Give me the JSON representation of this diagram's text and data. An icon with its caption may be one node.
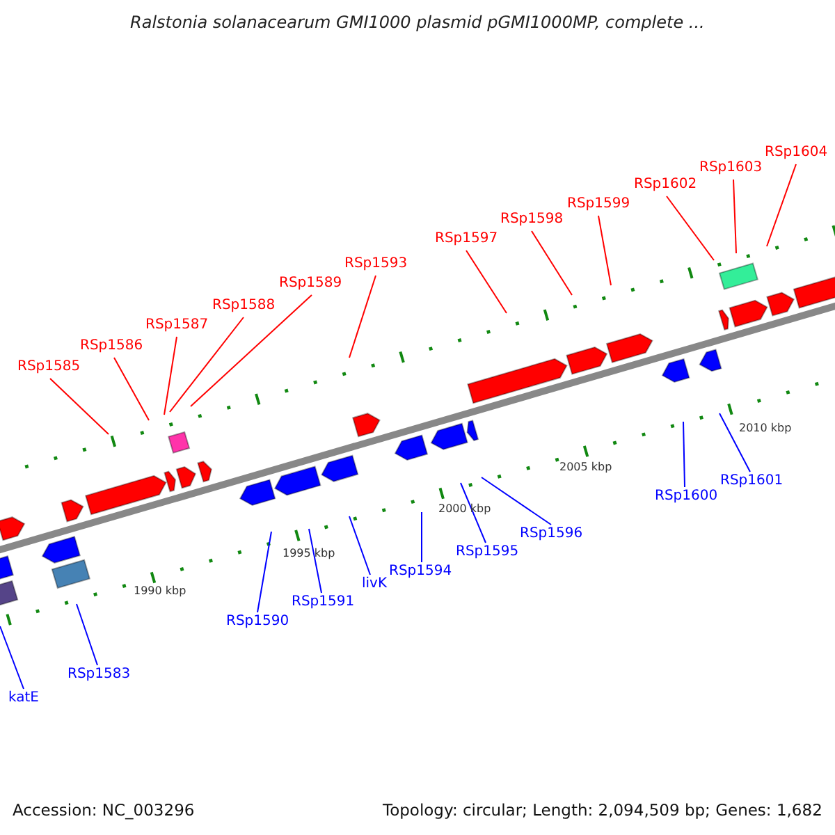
{
  "diagram": {
    "title": "Ralstonia solanacearum GMI1000 plasmid pGMI1000MP, complete ...",
    "nodes": [
      {
        "text": [
          "RSp1604"
        ]
      },
      {
        "text": [
          "RSp1603"
        ]
      },
      {
        "text": [
          "RSp1602"
        ]
      },
      {
        "text": [
          "RSp1599"
        ]
      },
      {
        "text": [
          "RSp1598"
        ]
      },
      {
        "text": [
          "RSp1597"
        ]
      },
      {
        "text": [
          "RSp1593"
        ]
      },
      {
        "text": [
          "RSp1589"
        ]
      },
      {
        "text": [
          "RSp1588"
        ]
      },
      {
        "text": [
          "RSp1587"
        ]
      },
      {
        "text": [
          "RSp1586"
        ]
      },
      {
        "text": [
          "RSp1585"
        ]
      },
      {
        "text": [
          "RSp1601"
        ]
      },
      {
        "text": [
          "RSp1600"
        ]
      },
      {
        "text": [
          "RSp1596"
        ]
      },
      {
        "text": [
          "RSp1595"
        ]
      },
      {
        "text": [
          "RSp1594"
        ]
      },
      {
        "text": [
          "livK"
        ]
      },
      {
        "text": [
          "RSp1591"
        ]
      },
      {
        "text": [
          "RSp1590"
        ]
      },
      {
        "text": [
          "RSp1583"
        ]
      },
      {
        "text": [
          "katE"
        ]
      }
    ],
    "edges": [
      {
        "from": 0,
        "to": null,
        "arrow": "none"
      },
      {
        "from": 1,
        "to": null,
        "arrow": "none"
      },
      {
        "from": 2,
        "to": null,
        "arrow": "none"
      },
      {
        "from": 3,
        "to": null,
        "arrow": "none"
      },
      {
        "from": 4,
        "to": null,
        "arrow": "none"
      },
      {
        "from": 5,
        "to": null,
        "arrow": "none"
      },
      {
        "from": 6,
        "to": null,
        "arrow": "none"
      },
      {
        "from": 7,
        "to": null,
        "arrow": "none"
      },
      {
        "from": 8,
        "to": null,
        "arrow": "none"
      },
      {
        "from": 9,
        "to": null,
        "arrow": "none"
      },
      {
        "from": 10,
        "to": null,
        "arrow": "none"
      },
      {
        "from": 11,
        "to": null,
        "arrow": "none"
      },
      {
        "from": 12,
        "to": null,
        "arrow": "none",
        "color": "#0000ff"
      },
      {
        "from": 13,
        "to": null,
        "arrow": "none",
        "color": "#0000ff"
      },
      {
        "from": 14,
        "to": null,
        "arrow": "none",
        "color": "#0000ff"
      },
      {
        "from": 15,
        "to": null,
        "arrow": "none",
        "color": "#0000ff"
      },
      {
        "from": 16,
        "to": null,
        "arrow": "none",
        "color": "#0000ff"
      },
      {
        "from": 17,
        "to": null,
        "arrow": "none",
        "color": "#0000ff"
      },
      {
        "from": 18,
        "to": null,
        "arrow": "none",
        "color": "#0000ff"
      },
      {
        "from": 19,
        "to": null,
        "arrow": "none",
        "color": "#0000ff"
      },
      {
        "from": 20,
        "to": null,
        "arrow": "none",
        "color": "#0000ff"
      },
      {
        "from": 21,
        "to": null,
        "arrow": "none",
        "color": "#0000ff"
      }
    ],
    "labels": [
      "2010 kbp",
      "2005 kbp",
      "2000 kbp",
      "1995 kbp",
      "1990 kbp",
      "Accession: NC_003296",
      "Topology: circular; Length: 2,094,509 bp; Genes: 1,682"
    ]
  }
}
